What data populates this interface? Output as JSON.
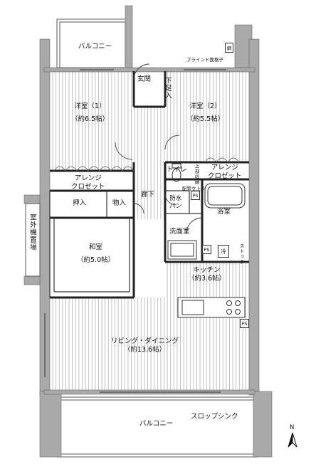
{
  "rooms": {
    "balcony_top": "バルコニー",
    "blind_label": "ブラインド面格子",
    "blind_mark": "網",
    "entrance": "玄関",
    "shoe_storage": "下足入",
    "western1": {
      "name": "洋室（1）",
      "size": "（約6.5帖）"
    },
    "western2": {
      "name": "洋室（2）",
      "size": "（約5.5帖）"
    },
    "toilet": "トイレ",
    "upper_storage": "上部収納",
    "pipe_space_label": "配管立上り",
    "arrange1": {
      "line1": "アレンジ",
      "line2": "クロゼット"
    },
    "arrange2": {
      "line1": "アレンジ",
      "line2": "クロゼット"
    },
    "hallway": "廊下",
    "oshiire": "押入",
    "monoire": "物入",
    "waterproof_pan": {
      "line1": "防水",
      "line2": "パン"
    },
    "ps": "PS",
    "bath": "浴室",
    "washroom": "洗面室",
    "japanese": {
      "name": "和室",
      "size": "（約5.0帖）"
    },
    "outdoor_unit": "室外機置場",
    "fridge_mark": "冷",
    "stock": "ストック",
    "kitchen": {
      "name": "キッチン",
      "size": "（約3.6帖）"
    },
    "living": {
      "name": "リビング・ダイニング",
      "size": "（約13.6帖）"
    },
    "balcony_bottom": "バルコニー",
    "slop_sink": "スロップシンク",
    "north": "N"
  }
}
